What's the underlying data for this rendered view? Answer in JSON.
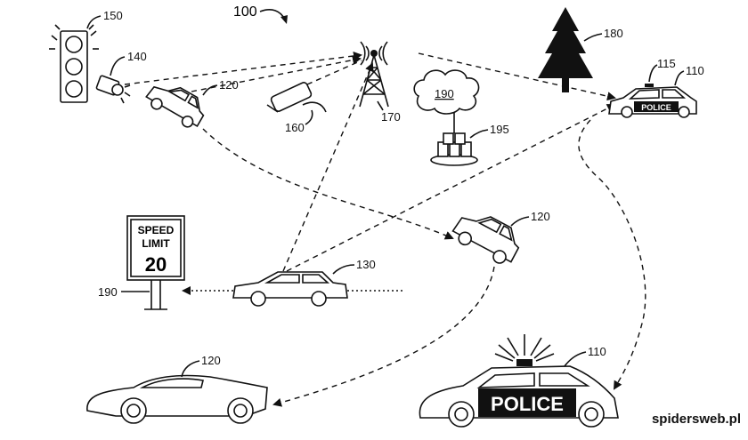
{
  "figure": {
    "figure_ref": "100"
  },
  "nodes": {
    "traffic_light": {
      "ref": "150"
    },
    "roadside_camera": {
      "ref": "140"
    },
    "car_top_left": {
      "ref": "120"
    },
    "security_camera": {
      "ref": "160"
    },
    "cell_tower": {
      "ref": "170"
    },
    "cloud": {
      "ref": "190"
    },
    "server_rack": {
      "ref": "195"
    },
    "tree": {
      "ref": "180"
    },
    "police_car_small": {
      "ref": "110",
      "beacon_ref": "115",
      "label": "POLICE"
    },
    "car_middle_right": {
      "ref": "120"
    },
    "speed_sign": {
      "ref": "190",
      "line1": "SPEED",
      "line2": "LIMIT",
      "value": "20"
    },
    "sedan": {
      "ref": "130"
    },
    "sports_car": {
      "ref": "120"
    },
    "police_car_large": {
      "ref": "110",
      "label": "POLICE"
    }
  },
  "watermark": "spidersweb.pl"
}
